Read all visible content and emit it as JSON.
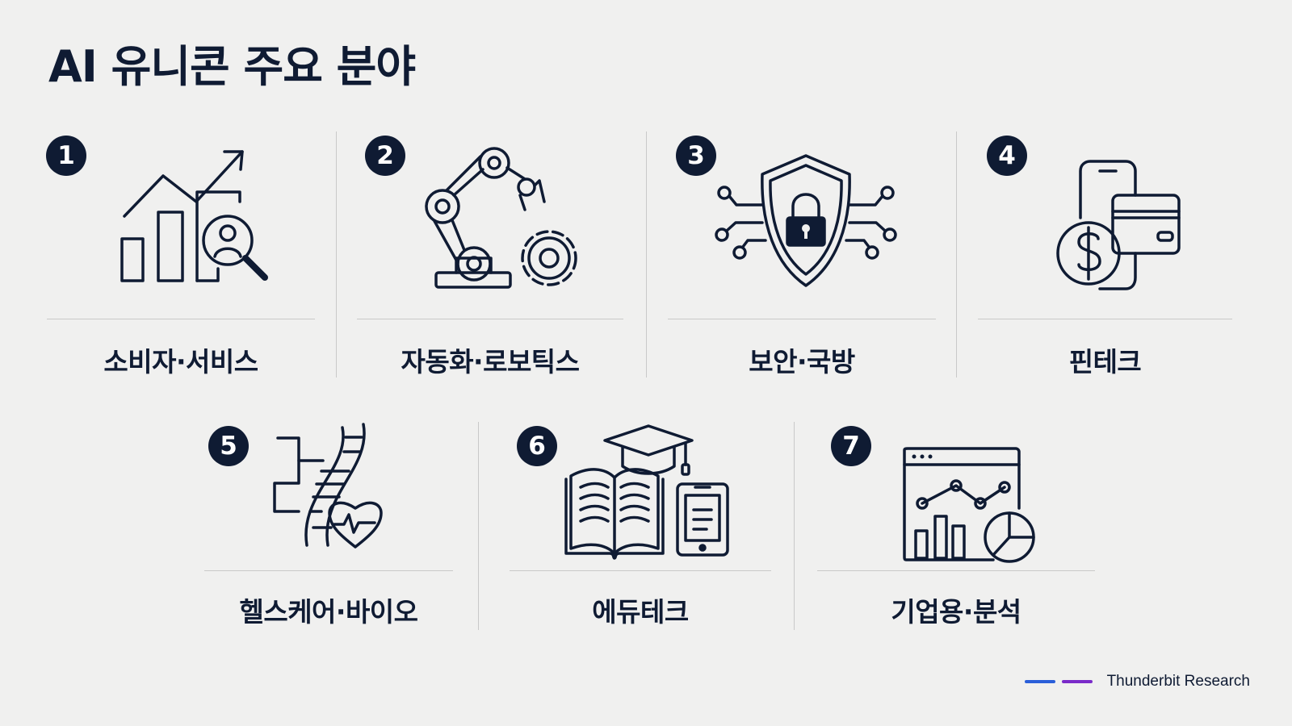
{
  "title": "AI 유니콘 주요 분야",
  "categories": [
    {
      "number": "1",
      "label": "소비자·서비스",
      "icon": "growth-chart-search-icon"
    },
    {
      "number": "2",
      "label": "자동화·로보틱스",
      "icon": "robot-arm-gear-icon"
    },
    {
      "number": "3",
      "label": "보안·국방",
      "icon": "shield-lock-icon"
    },
    {
      "number": "4",
      "label": "핀테크",
      "icon": "phone-card-coin-icon"
    },
    {
      "number": "5",
      "label": "헬스케어·바이오",
      "icon": "dna-heart-cross-icon"
    },
    {
      "number": "6",
      "label": "에듀테크",
      "icon": "book-graduation-tablet-icon"
    },
    {
      "number": "7",
      "label": "기업용·분석",
      "icon": "dashboard-analytics-icon"
    }
  ],
  "footer": {
    "brand": "Thunderbit Research",
    "accent_colors": [
      "#2b5fd9",
      "#7a2bc9"
    ]
  },
  "colors": {
    "primary": "#0f1b33",
    "background": "#f0f0ef",
    "divider": "#c9c9c9"
  }
}
